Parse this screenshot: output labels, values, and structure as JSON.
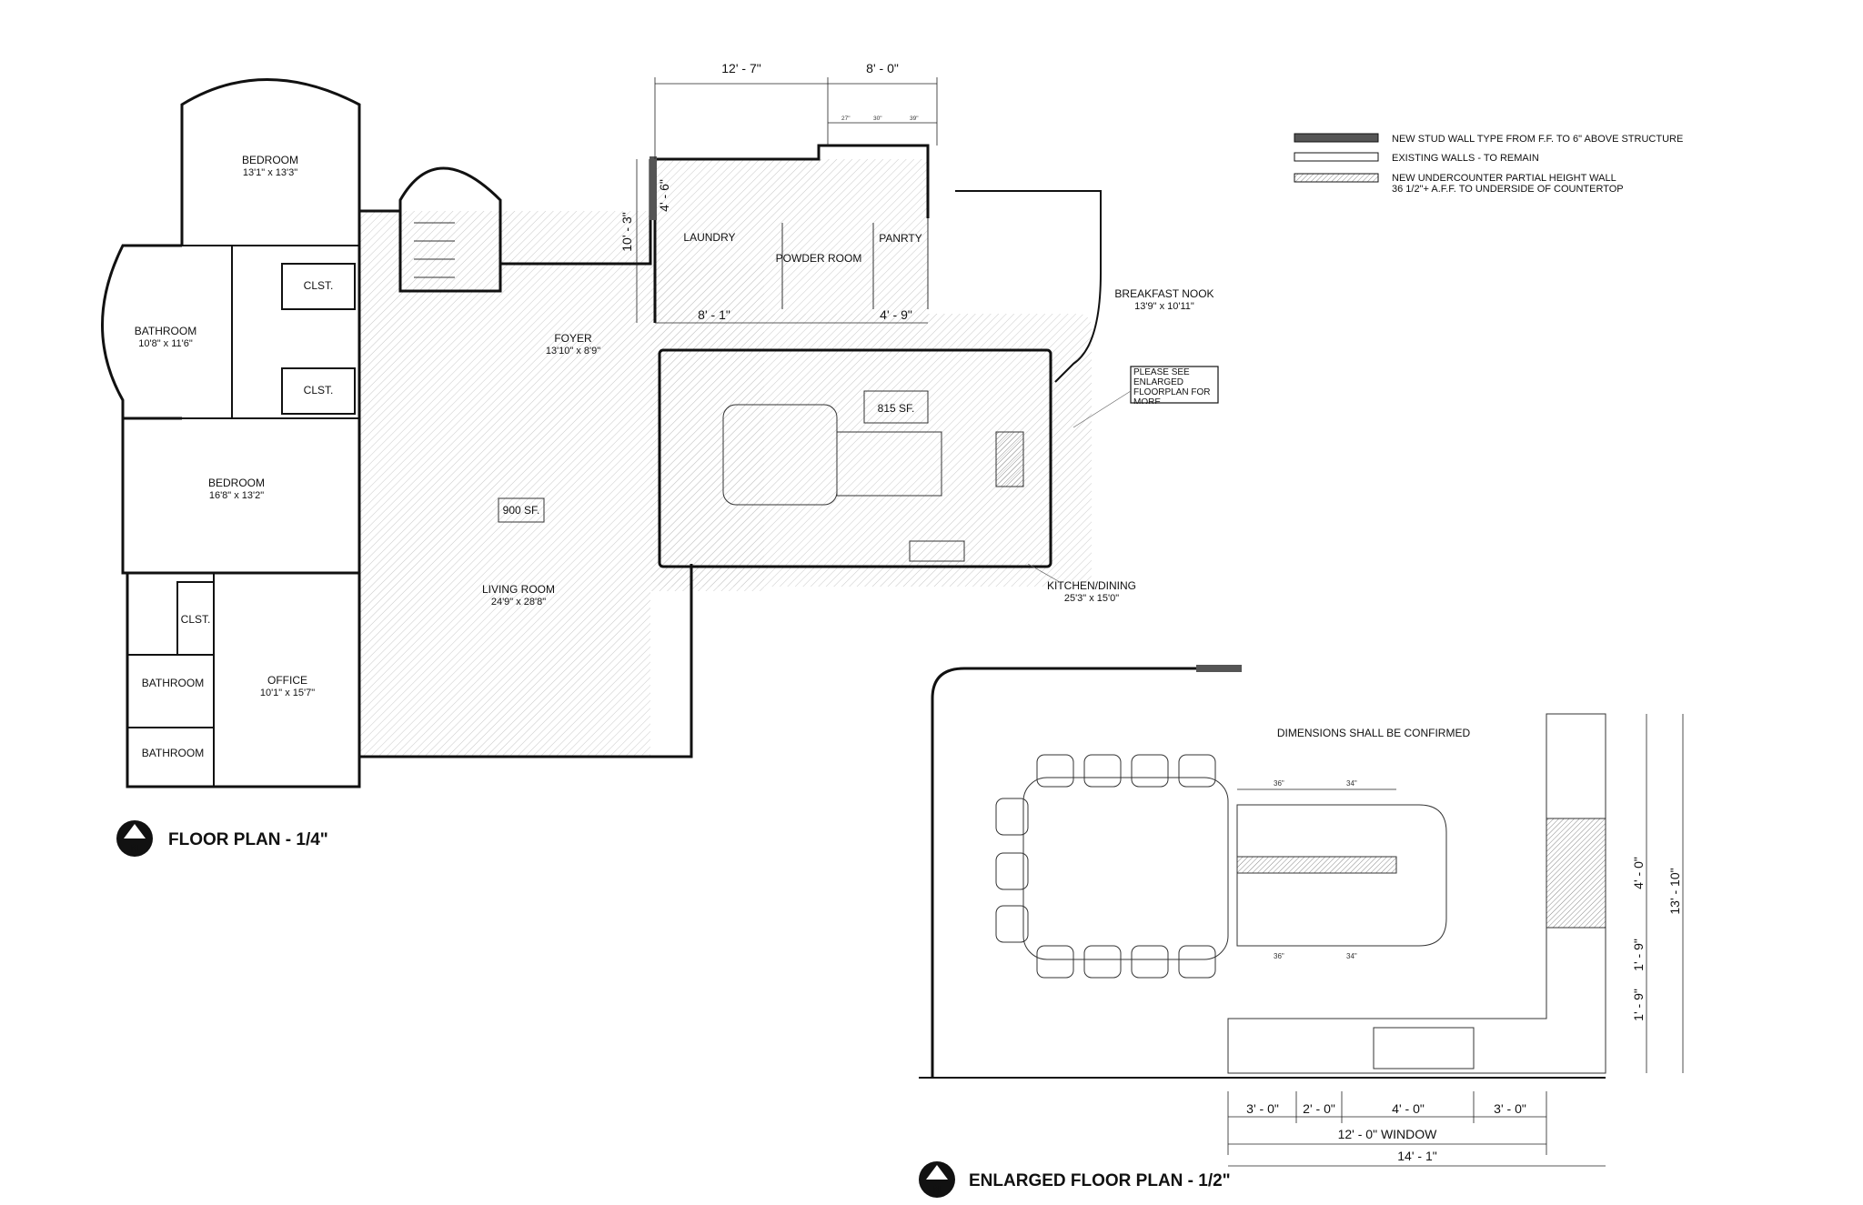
{
  "legend": {
    "items": [
      {
        "label": "NEW STUD WALL TYPE FROM F.F. TO 6\" ABOVE STRUCTURE",
        "color": "#555555"
      },
      {
        "label": "EXISTING WALLS - TO REMAIN",
        "color": "#ffffff"
      },
      {
        "label": "NEW UNDERCOUNTER PARTIAL HEIGHT WALL",
        "sub": "36 1/2\"+ A.F.F. TO UNDERSIDE OF COUNTERTOP",
        "color": "#bbbbbb"
      }
    ]
  },
  "floor_plan": {
    "title": "FLOOR PLAN - 1/4\"",
    "north": "N",
    "rooms": {
      "bedroom1": {
        "name": "BEDROOM",
        "size": "13'1\" x 13'3\""
      },
      "bathroom1": {
        "name": "BATHROOM",
        "size": "10'8\" x 11'6\""
      },
      "clst1": "CLST.",
      "clst2": "CLST.",
      "bedroom2": {
        "name": "BEDROOM",
        "size": "16'8\" x 13'2\""
      },
      "clst3": "CLST.",
      "bathroom2": "BATHROOM",
      "bathroom3": "BATHROOM",
      "office": {
        "name": "OFFICE",
        "size": "10'1\" x 15'7\""
      },
      "foyer": {
        "name": "FOYER",
        "size": "13'10\" x 8'9\""
      },
      "living": {
        "name": "LIVING ROOM",
        "size": "24'9\" x 28'8\"",
        "area": "900 SF."
      },
      "laundry": "LAUNDRY",
      "powder": "POWDER ROOM",
      "pantry": "PANRTY",
      "breakfast": {
        "name": "BREAKFAST NOOK",
        "size": "13'9\" x 10'11\""
      },
      "kitchen": {
        "name": "KITCHEN/DINING",
        "size": "25'3\" x 15'0\"",
        "area": "815 SF."
      }
    },
    "dims": {
      "top_left": "12' - 7\"",
      "top_right": "8' - 0\"",
      "left": "4' - 6\"",
      "left2": "10' - 3\"",
      "bottom_left": "8' - 1\"",
      "bottom_right": "4' - 9\"",
      "sub1": "27\"",
      "sub2": "30\"",
      "sub3": "39\""
    },
    "callout": "PLEASE SEE ENLARGED FLOORPLAN FOR MORE INFORMATION"
  },
  "enlarged_plan": {
    "title": "ENLARGED FLOOR PLAN - 1/2\"",
    "north": "N",
    "note": "DIMENSIONS SHALL BE CONFIRMED",
    "dims_bottom": [
      "3' - 0\"",
      "2' - 0\"",
      "4' - 0\"",
      "3' - 0\""
    ],
    "window": "12' - 0\" WINDOW",
    "overall": "14' - 1\"",
    "dims_right": [
      "4' - 0\"",
      "1' - 9\"",
      "1' - 9\""
    ],
    "overall_right": "13' - 10\"",
    "island_dims_top": [
      "36\"",
      "34\""
    ],
    "island_dims_bottom": [
      "36\"",
      "34\""
    ]
  }
}
